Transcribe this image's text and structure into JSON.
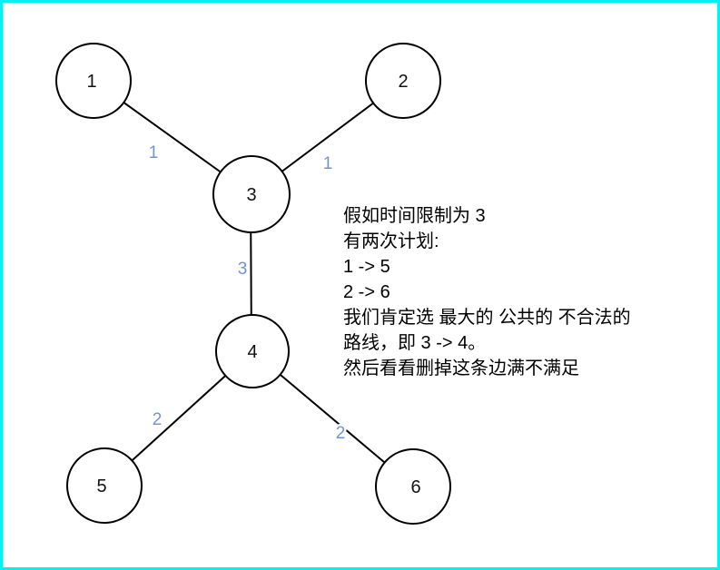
{
  "window": {
    "border_color": "#00f2f2",
    "background_color": "#ffffff"
  },
  "colors": {
    "edge_weight_label": "#6c95e0",
    "node_outline": "#000000",
    "node_text": "#111111",
    "annotation_text": "#000000"
  },
  "graph": {
    "nodes": [
      {
        "label": "1"
      },
      {
        "label": "2"
      },
      {
        "label": "3"
      },
      {
        "label": "4"
      },
      {
        "label": "5"
      },
      {
        "label": "6"
      }
    ],
    "edges": [
      {
        "from": "1",
        "to": "3",
        "weight": "1"
      },
      {
        "from": "2",
        "to": "3",
        "weight": "1"
      },
      {
        "from": "3",
        "to": "4",
        "weight": "3"
      },
      {
        "from": "4",
        "to": "5",
        "weight": "2"
      },
      {
        "from": "4",
        "to": "6",
        "weight": "2"
      }
    ]
  },
  "annotation": {
    "lines": [
      "假如时间限制为 3",
      "有两次计划:",
      "1 -> 5",
      "2 -> 6",
      "我们肯定选 最大的 公共的 不合法的",
      "路线，即 3 -> 4。",
      "然后看看删掉这条边满不满足"
    ]
  }
}
